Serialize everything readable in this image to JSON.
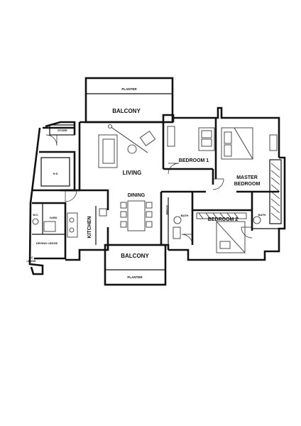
{
  "rooms": {
    "planter_top": "PLANTER",
    "balcony_top": "BALCONY",
    "store_top": "STORE",
    "living": "LIVING",
    "bedroom1": "BEDROOM 1",
    "master_line1": "MASTER",
    "master_line2": "BEDROOM",
    "hs": "H.S",
    "dining": "DINING",
    "wc": "W.C",
    "yard": "YARD",
    "kitchen": "KITCHEN",
    "store_mid": "STORE",
    "bath1": "BATH",
    "bedroom2": "BEDROOM 2",
    "bath2": "BATH",
    "drying_ledge": "DRYING LEDGE",
    "ac_line1": "AC",
    "ac_line2": "LEDGE",
    "balcony_bottom": "BALCONY",
    "planter_bottom": "PLANTER"
  }
}
